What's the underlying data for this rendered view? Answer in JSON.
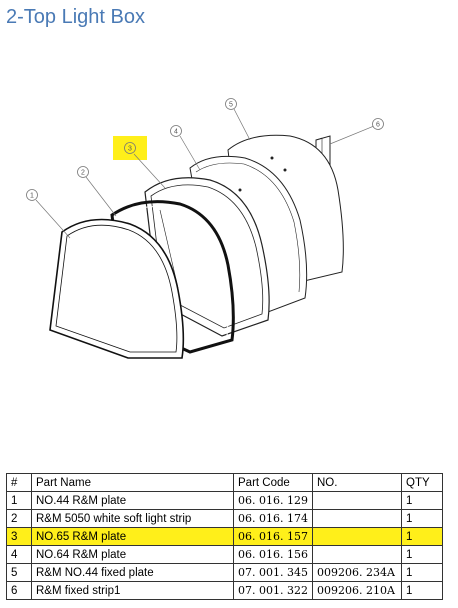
{
  "title": "2-Top Light Box",
  "diagram": {
    "callouts": [
      "1",
      "2",
      "3",
      "4",
      "5",
      "6"
    ],
    "highlighted_callout": "3",
    "highlight_color": "#ffef1a"
  },
  "table": {
    "headers": [
      "#",
      "Part Name",
      "Part Code",
      "NO.",
      "QTY"
    ],
    "rows": [
      {
        "num": "1",
        "name": "NO.44 R&M plate",
        "code": "06. 016. 129",
        "no": "",
        "qty": "1"
      },
      {
        "num": "2",
        "name": "R&M 5050 white soft light strip",
        "code": "06. 016. 174",
        "no": "",
        "qty": "1"
      },
      {
        "num": "3",
        "name": "NO.65 R&M plate",
        "code": "06. 016. 157",
        "no": "",
        "qty": "1"
      },
      {
        "num": "4",
        "name": "NO.64 R&M plate",
        "code": "06. 016. 156",
        "no": "",
        "qty": "1"
      },
      {
        "num": "5",
        "name": "R&M NO.44 fixed plate",
        "code": "07. 001. 345",
        "no": "009206. 234A",
        "qty": "1"
      },
      {
        "num": "6",
        "name": "R&M fixed strip1",
        "code": "07. 001. 322",
        "no": "009206. 210A",
        "qty": "1"
      }
    ],
    "highlighted_row": 2
  }
}
